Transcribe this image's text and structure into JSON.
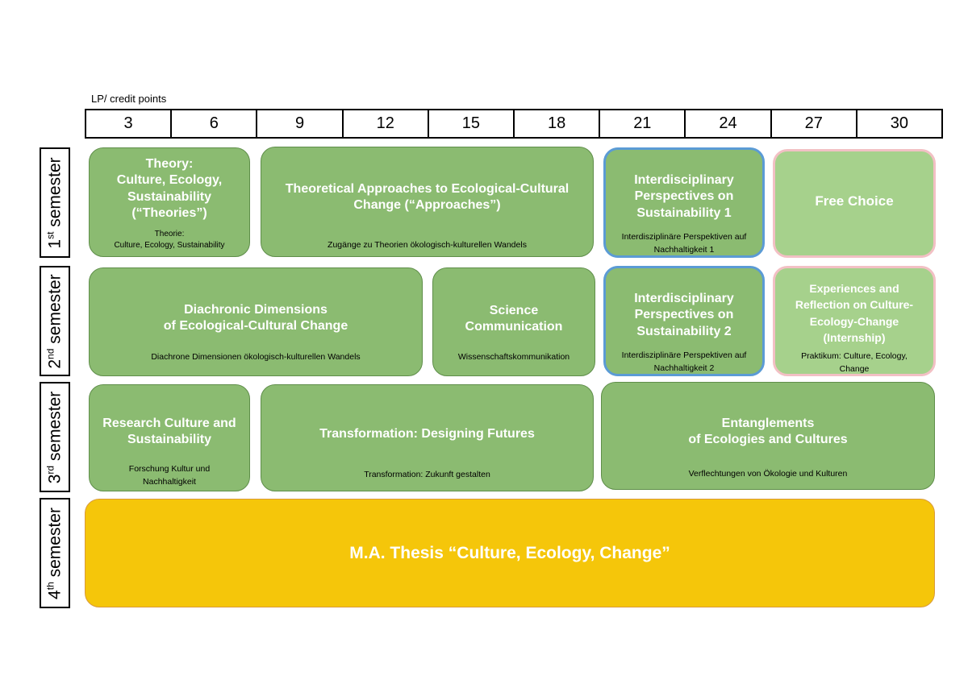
{
  "credit_label": "LP/ credit points",
  "credit_points": [
    "3",
    "6",
    "9",
    "12",
    "15",
    "18",
    "21",
    "24",
    "27",
    "30"
  ],
  "semesters": [
    {
      "num": "1",
      "sup": "st",
      "word": "semester"
    },
    {
      "num": "2",
      "sup": "nd",
      "word": "semester"
    },
    {
      "num": "3",
      "sup": "rd",
      "word": "semester"
    },
    {
      "num": "4",
      "sup": "th",
      "word": "semester"
    }
  ],
  "modules": {
    "theories": {
      "title": [
        "Theory:",
        "Culture, Ecology,",
        "Sustainability",
        "(“Theories”)"
      ],
      "subtitle": [
        "Theorie:",
        "Culture, Ecology, Sustainability"
      ]
    },
    "approaches": {
      "title": [
        "Theoretical Approaches to Ecological-Cultural",
        "Change (“Approaches”)"
      ],
      "subtitle": [
        "Zugänge zu Theorien ökologisch-kulturellen Wandels"
      ]
    },
    "interdisc1": {
      "title": [
        "Interdisciplinary",
        "Perspectives on",
        "Sustainability 1"
      ],
      "subtitle": [
        "Interdisziplinäre Perspektiven auf",
        "Nachhaltigkeit 1"
      ]
    },
    "free_choice": {
      "title": [
        "Free Choice"
      ]
    },
    "diachronic": {
      "title": [
        "Diachronic Dimensions",
        "of Ecological-Cultural Change"
      ],
      "subtitle": [
        "Diachrone Dimensionen ökologisch-kulturellen Wandels"
      ]
    },
    "science_comm": {
      "title": [
        "Science",
        "Communication"
      ],
      "subtitle": [
        "Wissenschaftskommunikation"
      ]
    },
    "interdisc2": {
      "title": [
        "Interdisciplinary",
        "Perspectives on",
        "Sustainability 2"
      ],
      "subtitle": [
        "Interdisziplinäre Perspektiven auf",
        "Nachhaltigkeit 2"
      ]
    },
    "internship": {
      "title": [
        "Experiences and",
        "Reflection on Culture-",
        "Ecology-Change",
        "(Internship)"
      ],
      "subtitle": [
        "Praktikum: Culture, Ecology,",
        "Change"
      ]
    },
    "research": {
      "title": [
        "Research Culture and",
        "Sustainability"
      ],
      "subtitle": [
        "Forschung Kultur und",
        "Nachhaltigkeit"
      ]
    },
    "transformation": {
      "title": [
        "Transformation: Designing Futures"
      ],
      "subtitle": [
        "Transformation: Zukunft gestalten"
      ]
    },
    "entanglements": {
      "title": [
        "Entanglements",
        "of Ecologies and Cultures"
      ],
      "subtitle": [
        "Verflechtungen von Ökologie und Kulturen"
      ]
    },
    "thesis": {
      "title": [
        "M.A. Thesis “Culture, Ecology, Change”"
      ]
    }
  },
  "colors": {
    "module_green": "#8bbb71",
    "free_choice_green": "#a6d18c",
    "interdisciplinary_border": "#5b9bd5",
    "free_choice_border": "#f2c0c4",
    "thesis_yellow": "#f5c60a"
  }
}
